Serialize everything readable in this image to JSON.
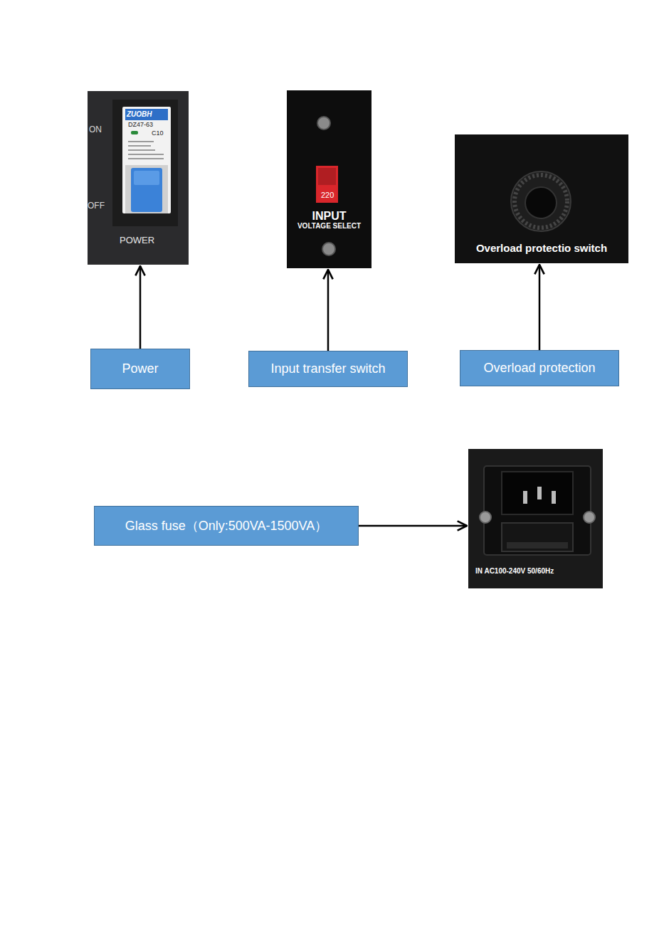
{
  "diagram": {
    "nodes": [
      {
        "text": [
          "ON",
          "OFF",
          "ZUOBH",
          "DZ47-63",
          "C10",
          "POWER"
        ]
      },
      {
        "text": [
          "220",
          "INPUT",
          "VOLTAGE SELECT"
        ]
      },
      {
        "text": [
          "Overload protectio switch"
        ]
      },
      {
        "text": [
          "Power"
        ]
      },
      {
        "text": [
          "Input transfer switch"
        ]
      },
      {
        "text": [
          "Overload protection"
        ]
      },
      {
        "text": [
          "Glass fuse（Only:500VA-1500VA）"
        ]
      },
      {
        "text": [
          "IN AC100-240V 50/60Hz"
        ]
      }
    ],
    "edges": [
      {
        "from": 3,
        "to": 0,
        "arrow": "to"
      },
      {
        "from": 4,
        "to": 1,
        "arrow": "to"
      },
      {
        "from": 5,
        "to": 2,
        "arrow": "to"
      },
      {
        "from": 6,
        "to": 7,
        "arrow": "to"
      }
    ]
  }
}
